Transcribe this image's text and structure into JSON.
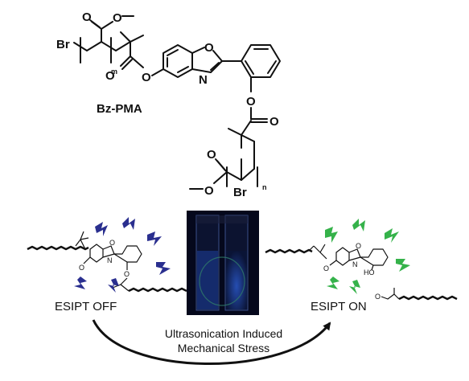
{
  "molecule": {
    "name": "Bz-PMA",
    "atoms": {
      "bromine_top": "Br",
      "bromine_bottom": "Br",
      "oxazole_oxygen": "O",
      "oxazole_nitrogen": "N",
      "repeat_m": "m",
      "repeat_n": "n"
    }
  },
  "states": {
    "off": "ESIPT OFF",
    "on": "ESIPT ON",
    "hydroxyl": "HO"
  },
  "process": {
    "line1": "Ultrasonication Induced",
    "line2": "Mechanical Stress"
  },
  "colors": {
    "off_emission": "#2a2f8f",
    "on_emission": "#35b24a",
    "cuvette_glow": "#1d3f9e",
    "ink": "#111111"
  },
  "icons": [
    "lightning-emission-icon",
    "cuvette-photo",
    "curved-arrow-icon"
  ]
}
